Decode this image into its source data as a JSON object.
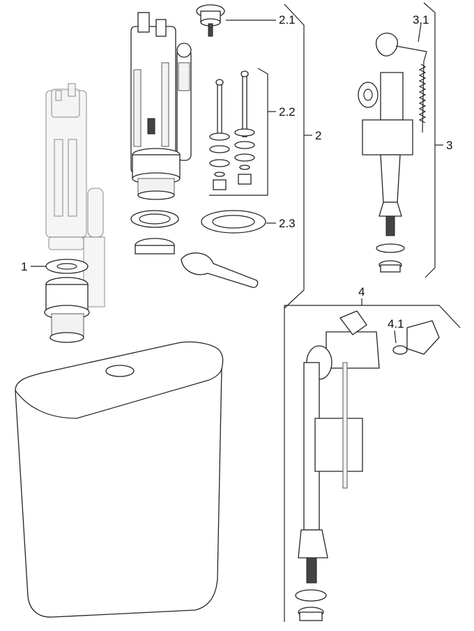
{
  "labels": {
    "p1": "1",
    "p2": "2",
    "p21": "2.1",
    "p22": "2.2",
    "p23": "2.3",
    "p3": "3",
    "p31": "3.1",
    "p4": "4",
    "p41": "4.1"
  }
}
